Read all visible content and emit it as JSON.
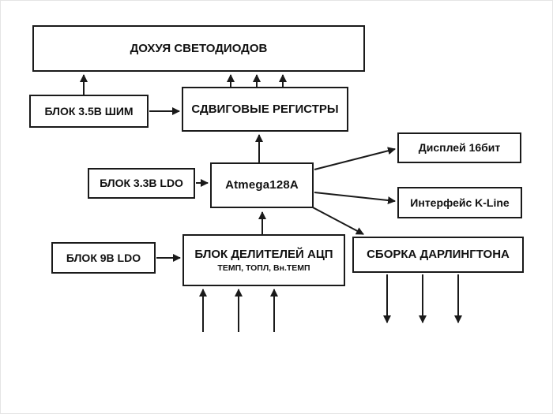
{
  "diagram": {
    "blocks": {
      "leds": "ДОХУЯ СВЕТОДИОДОВ",
      "pwm": "БЛОК 3.5В ШИМ",
      "shift_registers": "СДВИГОВЫЕ РЕГИСТРЫ",
      "display": "Дисплей 16бит",
      "ldo_3v3": "БЛОК 3.3В LDO",
      "mcu": "Atmega128A",
      "kline": "Интерфейс K-Line",
      "ldo_9v": "БЛОК 9В LDO",
      "adc_title": "БЛОК ДЕЛИТЕЛЕЙ АЦП",
      "adc_subtitle": "ТЕМП, ТОПЛ, Вн.ТЕМП",
      "darlington": "СБОРКА ДАРЛИНГТОНА"
    },
    "edges": [
      {
        "from": "pwm",
        "to": "leds",
        "count": 1
      },
      {
        "from": "pwm",
        "to": "shift_registers",
        "count": 1
      },
      {
        "from": "shift_registers",
        "to": "leds",
        "count": 3
      },
      {
        "from": "mcu",
        "to": "shift_registers",
        "count": 1
      },
      {
        "from": "ldo_3v3",
        "to": "mcu",
        "count": 1
      },
      {
        "from": "mcu",
        "to": "display",
        "count": 1
      },
      {
        "from": "mcu",
        "to": "kline",
        "count": 1
      },
      {
        "from": "mcu",
        "to": "darlington",
        "count": 1
      },
      {
        "from": "adc_dividers",
        "to": "mcu",
        "count": 1
      },
      {
        "from": "ldo_9v",
        "to": "adc_dividers",
        "count": 1
      },
      {
        "from": "external_inputs",
        "to": "adc_dividers",
        "count": 3
      },
      {
        "from": "darlington",
        "to": "external_outputs",
        "count": 3
      }
    ],
    "colors": {
      "line": "#1a1a1a",
      "box_border": "#1a1a1a",
      "background": "#ffffff"
    }
  }
}
